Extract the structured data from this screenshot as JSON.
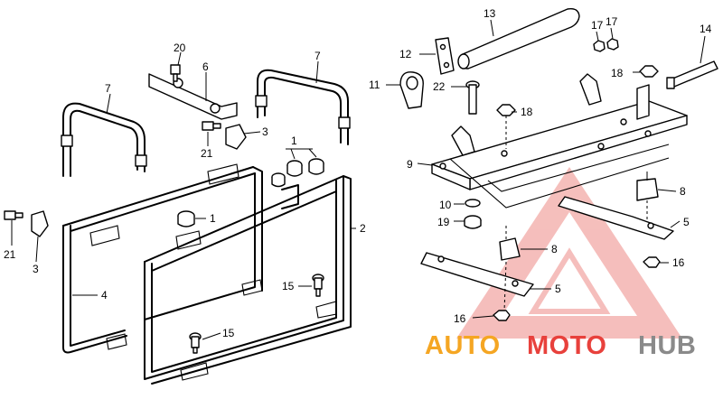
{
  "callouts": {
    "c1a": "1",
    "c1b": "1",
    "c2": "2",
    "c3a": "3",
    "c3b": "3",
    "c4": "4",
    "c5a": "5",
    "c5b": "5",
    "c6": "6",
    "c7a": "7",
    "c7b": "7",
    "c8a": "8",
    "c8b": "8",
    "c9": "9",
    "c10": "10",
    "c11": "11",
    "c12": "12",
    "c13": "13",
    "c14": "14",
    "c15a": "15",
    "c15b": "15",
    "c16a": "16",
    "c16b": "16",
    "c17a": "17",
    "c17b": "17",
    "c18a": "18",
    "c18b": "18",
    "c19": "19",
    "c20": "20",
    "c21a": "21",
    "c21b": "21",
    "c22": "22"
  },
  "watermark": {
    "part1": "AUTO",
    "part2": "MOTO",
    "part3": "HUB",
    "color_orange": "#f5a623",
    "color_red": "#e8413c",
    "color_gray": "#8a8a8a"
  }
}
